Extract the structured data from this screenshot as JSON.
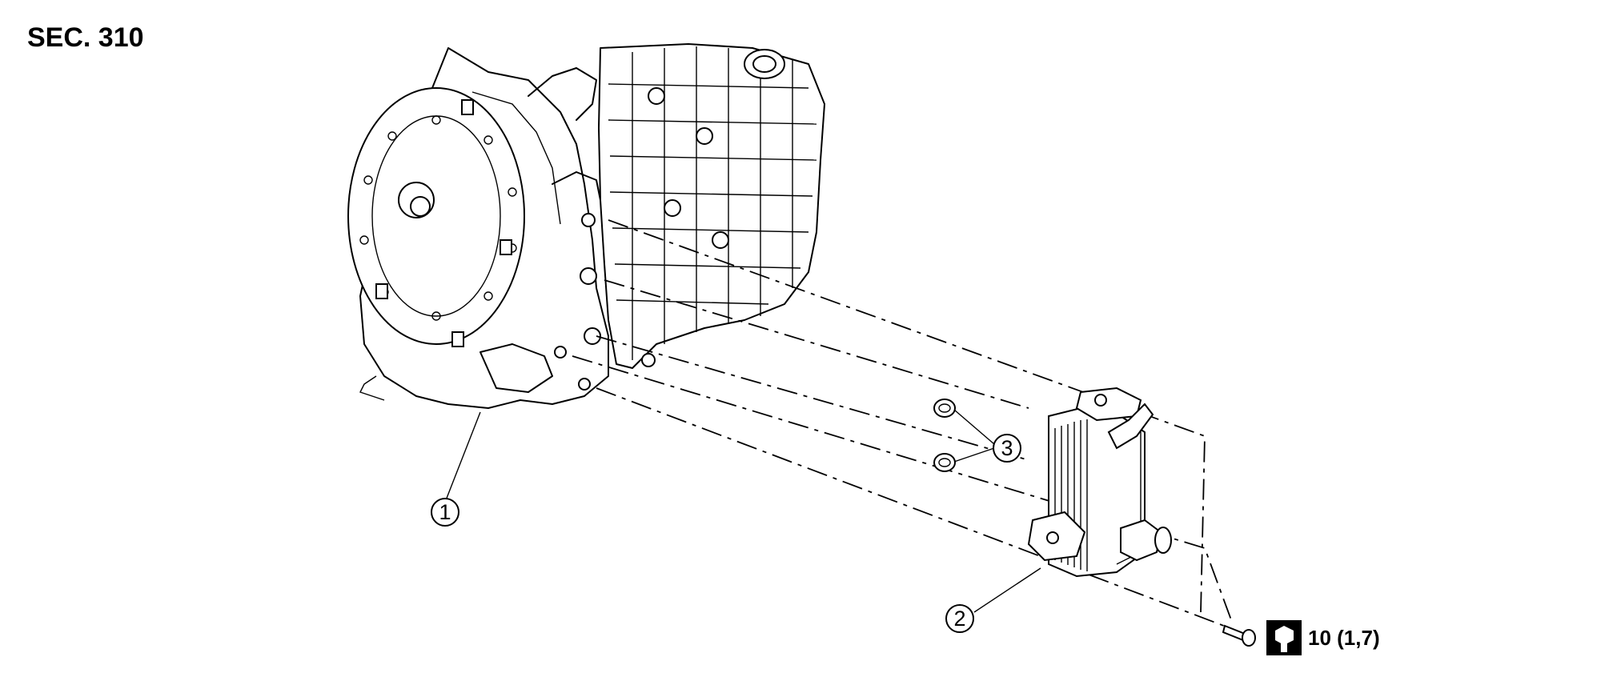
{
  "section": "SEC. 310",
  "callouts": [
    {
      "num": "1",
      "ref": "transaxle-assembly"
    },
    {
      "num": "2",
      "ref": "fluid-cooler"
    },
    {
      "num": "3",
      "ref": "o-rings"
    }
  ],
  "torque": {
    "value": "10 (1,7)",
    "icon": "torque-wrench-icon"
  }
}
